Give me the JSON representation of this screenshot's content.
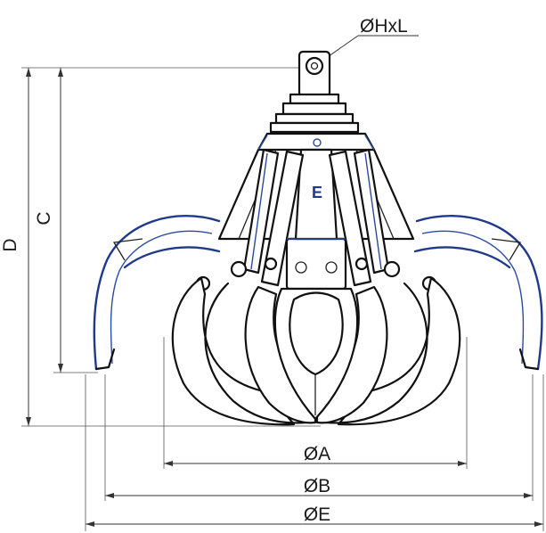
{
  "labels": {
    "pin": "ØHxL",
    "height_total": "D",
    "height_partial": "C",
    "diameter_a": "ØA",
    "diameter_b": "ØB",
    "diameter_e": "ØE",
    "logo_letter": "E"
  },
  "colors": {
    "line": "#111111",
    "accent_blue": "#1f3a8a",
    "background": "#ffffff"
  }
}
